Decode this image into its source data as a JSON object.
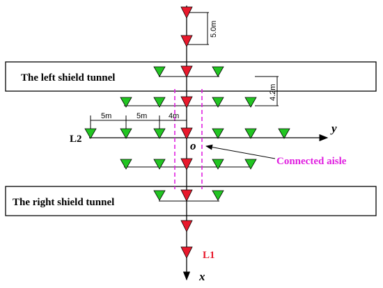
{
  "diagram": {
    "left_tunnel_label": "The left shield tunnel",
    "right_tunnel_label": "The right shield tunnel",
    "dim_vertical_spacing": "5.0m",
    "dim_row_spacing": "4.2m",
    "dim_spacing_a": "5m",
    "dim_spacing_b": "5m",
    "dim_spacing_c": "4m",
    "line_l2": "L2",
    "line_l1": "L1",
    "axis_y": "y",
    "axis_x": "x",
    "origin": "o",
    "aisle_label": "Connected aisle",
    "colors": {
      "red_marker": "#e8192c",
      "green_marker": "#22c522",
      "aisle": "#e020e0",
      "l1": "#e8192c"
    }
  }
}
